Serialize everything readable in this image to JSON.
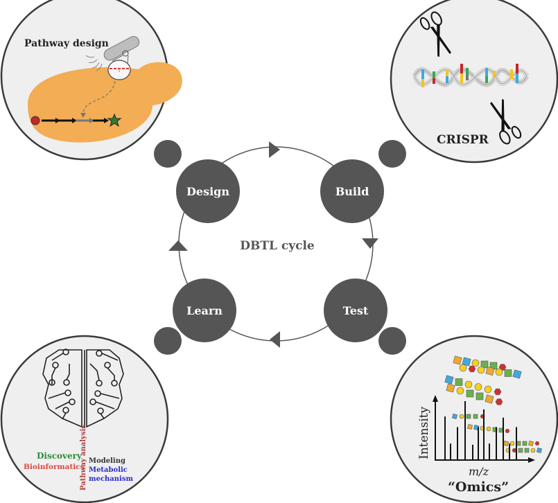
{
  "title": "DBTL cycle",
  "colors": {
    "node": "#555555",
    "node_text": "#ffffff",
    "panel_bg": "#efefef",
    "panel_border": "#3a3a3a",
    "cell": "#f2ad55",
    "substrate": "#c62828",
    "product": "#2e7d32",
    "discovery": "#2e8b3a",
    "bioinformatics": "#d9463f",
    "pathway_analysis": "#b03a3a",
    "modeling": "#333333",
    "metabolic": "#2b2bc4"
  },
  "stages": [
    {
      "id": "design",
      "label": "Design"
    },
    {
      "id": "build",
      "label": "Build"
    },
    {
      "id": "test",
      "label": "Test"
    },
    {
      "id": "learn",
      "label": "Learn"
    }
  ],
  "panels": {
    "design": {
      "title": "Pathway design"
    },
    "build": {
      "title": "CRISPR"
    },
    "test": {
      "title": "“Omics”",
      "y_axis": "Intensity",
      "x_axis": "m/z"
    },
    "learn": {
      "terms": {
        "discovery": "Discovery",
        "bioinformatics": "Bioinformatics",
        "pathway_analysis": "Pathway analysis",
        "modeling": "Modeling",
        "metabolic": "Metabolic",
        "mechanism": "mechanism"
      }
    }
  }
}
